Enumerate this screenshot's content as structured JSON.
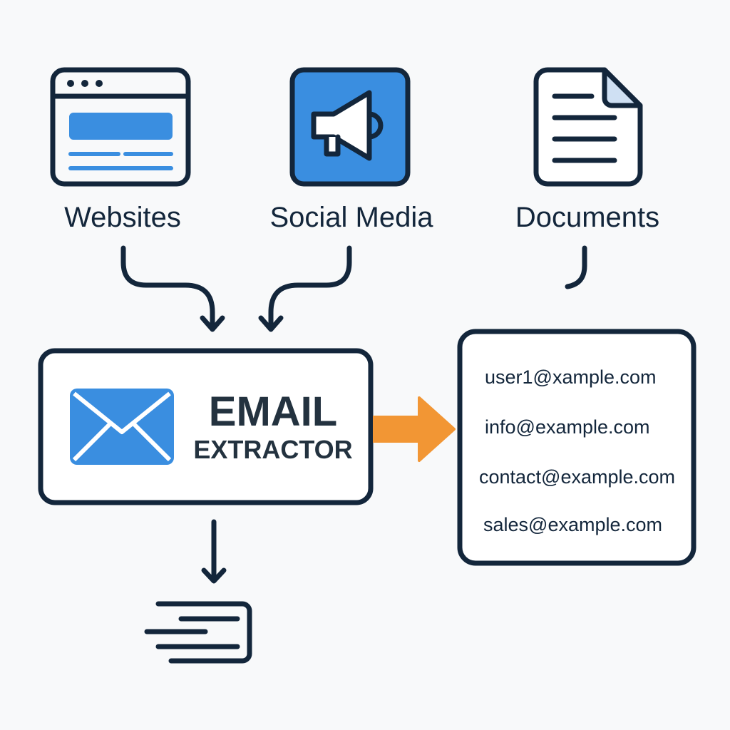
{
  "sources": [
    {
      "label": "Websites",
      "icon": "browser-window-icon"
    },
    {
      "label": "Social Media",
      "icon": "megaphone-icon"
    },
    {
      "label": "Documents",
      "icon": "document-icon"
    }
  ],
  "extractor": {
    "title_line1": "EMAIL",
    "title_line2": "EXTRACTOR",
    "icon": "envelope-icon"
  },
  "results": {
    "emails": [
      "user1@xample.com",
      "info@example.com",
      "contact@example.com",
      "sales@example.com"
    ]
  },
  "output": {
    "icon": "text-lines-icon"
  },
  "colors": {
    "primary": "#13263b",
    "accent_blue": "#3a8ee0",
    "accent_orange": "#f29634",
    "background": "#f8f9fa"
  }
}
